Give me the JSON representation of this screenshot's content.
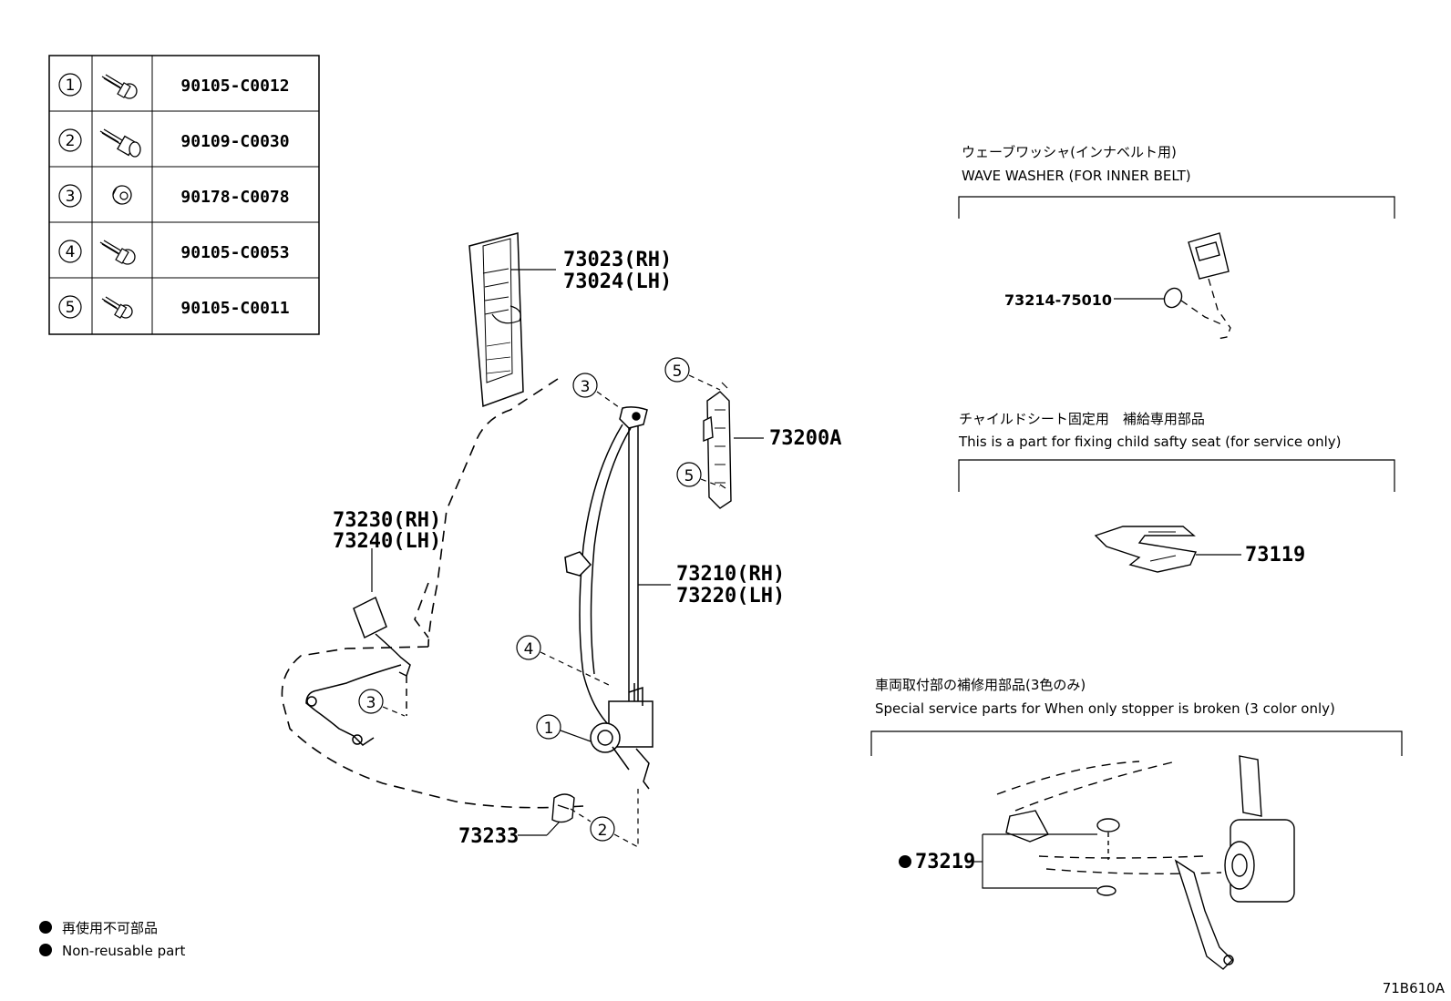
{
  "parts_table": [
    {
      "num": "1",
      "part_no": "90105-C0012",
      "icon": "bolt-icon"
    },
    {
      "num": "2",
      "part_no": "90109-C0030",
      "icon": "bolt-icon"
    },
    {
      "num": "3",
      "part_no": "90178-C0078",
      "icon": "nut-icon"
    },
    {
      "num": "4",
      "part_no": "90105-C0053",
      "icon": "bolt-icon"
    },
    {
      "num": "5",
      "part_no": "90105-C0011",
      "icon": "bolt-icon"
    }
  ],
  "callouts": {
    "pillar_rh": "73023(RH)",
    "pillar_lh": "73024(LH)",
    "anchor": "73200A",
    "belt_rh": "73210(RH)",
    "belt_lh": "73220(LH)",
    "buckle_rh": "73230(RH)",
    "buckle_lh": "73240(LH)",
    "cover": "73233",
    "washer": "73214-75010",
    "child_part": "73119",
    "stopper": "73219"
  },
  "markers": {
    "m1": "1",
    "m2": "2",
    "m3a": "3",
    "m3b": "3",
    "m4": "4",
    "m5a": "5",
    "m5b": "5"
  },
  "notes": {
    "washer_jp": "ウェーブワッシャ(インナベルト用)",
    "washer_en": "WAVE WASHER (FOR INNER BELT)",
    "child_jp": "チャイルドシート固定用　補給専用部品",
    "child_en": "This is a part for fixing child safty seat (for service only)",
    "stopper_jp": "車両取付部の補修用部品(3色のみ)",
    "stopper_en": "Special service parts for When only stopper is broken (3 color only)"
  },
  "legend": {
    "jp": "再使用不可部品",
    "en": "Non-reusable part"
  },
  "diagram_code": "71B610A"
}
